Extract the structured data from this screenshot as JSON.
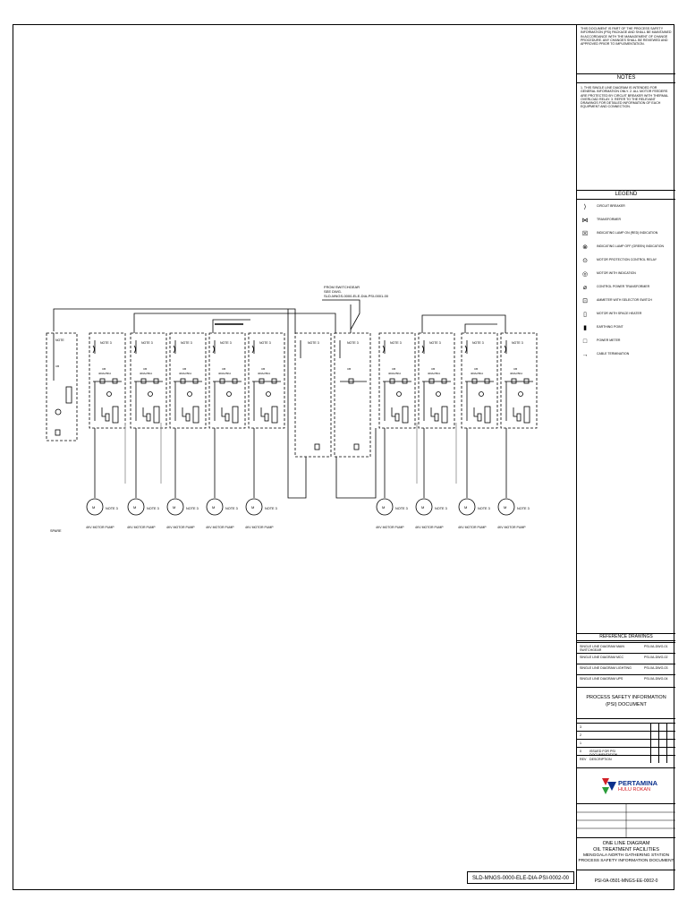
{
  "top_note": "THIS DOCUMENT IS PART OF THE PROCESS SAFETY INFORMATION (PSI) PACKAGE AND SHALL BE MAINTAINED IN ACCORDANCE WITH THE MANAGEMENT OF CHANGE PROCEDURE. ANY CHANGES SHALL BE REVIEWED AND APPROVED PRIOR TO IMPLEMENTATION.",
  "notes": {
    "title": "NOTES",
    "text": "1. THIS SINGLE LINE DIAGRAM IS INTENDED FOR GENERAL INFORMATION ONLY. 2. ALL MOTOR FEEDERS ARE PROTECTED BY CIRCUIT BREAKER WITH THERMAL OVERLOAD RELAY. 3. REFER TO THE RELEVANT DRAWINGS FOR DETAILED INFORMATION OF EACH EQUIPMENT AND CONNECTION."
  },
  "legend": {
    "title": "LEGEND",
    "items": [
      {
        "sym": "⟩",
        "label": "CIRCUIT BREAKER"
      },
      {
        "sym": "⋈",
        "label": "TRANSFORMER"
      },
      {
        "sym": "☒",
        "label": "INDICATING LAMP ON (RED) INDICATION"
      },
      {
        "sym": "⊗",
        "label": "INDICATING LAMP OFF (GREEN) INDICATION"
      },
      {
        "sym": "⊙",
        "label": "MOTOR PROTECTION CONTROL RELAY"
      },
      {
        "sym": "◎",
        "label": "MOTOR WITH INDICATION"
      },
      {
        "sym": "⌀",
        "label": "CONTROL POWER TRANSFORMER"
      },
      {
        "sym": "⊡",
        "label": "AMMETER WITH SELECTOR SWITCH"
      },
      {
        "sym": "▯",
        "label": "MOTOR WITH SPACE HEATER"
      },
      {
        "sym": "▮",
        "label": "EARTHING POINT"
      },
      {
        "sym": "□",
        "label": "POWER METER"
      },
      {
        "sym": "→",
        "label": "CABLE TERMINATION"
      }
    ]
  },
  "reference": {
    "title": "REFERENCE DRAWINGS",
    "rows": [
      {
        "desc": "SINGLE LINE DIAGRAM MAIN SWITCHGEAR",
        "num": "PSI-0A-DWG-01"
      },
      {
        "desc": "SINGLE LINE DIAGRAM MCC",
        "num": "PSI-0A-DWG-02"
      },
      {
        "desc": "SINGLE LINE DIAGRAM LIGHTING",
        "num": "PSI-0A-DWG-03"
      },
      {
        "desc": "SINGLE LINE DIAGRAM UPS",
        "num": "PSI-0A-DWG-04"
      }
    ]
  },
  "psi": {
    "line1": "PROCESS SAFETY INFORMATION",
    "line2": "(PSI) DOCUMENT"
  },
  "revisions": [
    {
      "rev": "3",
      "desc": ""
    },
    {
      "rev": "2",
      "desc": ""
    },
    {
      "rev": "1",
      "desc": ""
    },
    {
      "rev": "0",
      "desc": "ISSUED FOR PSI DOCUMENTATION"
    },
    {
      "rev": "REV",
      "desc": "DESCRIPTION"
    }
  ],
  "logo": {
    "brand": "PERTAMINA",
    "sub": "HULU ROKAN",
    "red": "#d21f26",
    "blue": "#0a2f8c"
  },
  "drawing_title": {
    "line1": "ONE LINE DIAGRAM",
    "line2": "OIL TREATMENT FACILITIES",
    "line3": "MENGGALA NORTH GATHERING STATION",
    "line4": "PROCESS SAFETY INFORMATION DOCUMENT"
  },
  "doc_number_bottom": "SLD-MNGS-0000-ELE-DIA-PSI-0002-00",
  "doc_number_tb": "PSI-0A-0501-MNGS-EE-0002-0",
  "source_label": {
    "line1": "FROM SWITCHGEAR",
    "line2": "SEE DWG.",
    "line3": "SLD-MNGS-0000-ELE-DIA-PSI-0001-00"
  },
  "feeder_note": "NOTE 3",
  "motor_label": "4KV MOTOR PUMP",
  "spare_label": "SPARE",
  "cb_label": "CB",
  "rating": "400A/25KA",
  "left_mcc_note": "NOTE"
}
